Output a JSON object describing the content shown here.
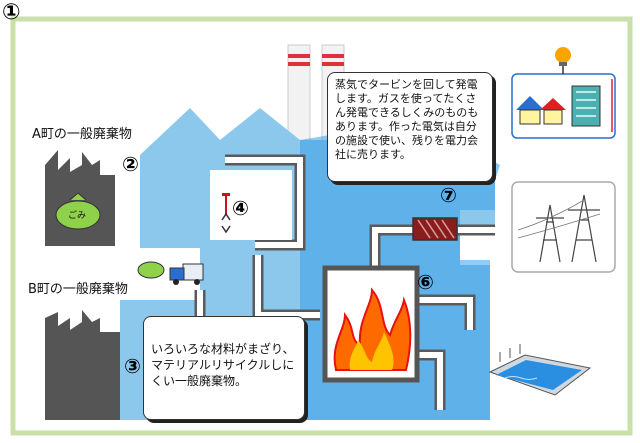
{
  "figure_number": "①",
  "labels": {
    "town_a": "A町の一般廃棄物",
    "town_b": "B町の一般廃棄物"
  },
  "badges": [
    "②",
    "③",
    "④",
    "⑥",
    "⑦"
  ],
  "bag_text": "ごみ",
  "bubbles": {
    "power": "蒸気でタービンを回して発電します。ガスを使ってたくさん発電できるしくみのものもあります。作った電気は自分の施設で使い、残りを電力会社に売ります。",
    "waste": "いろいろな材料がまざり、マテリアルリサイクルしにくい一般廃棄物。"
  },
  "colors": {
    "frame": "#c9e0a8",
    "plant_light": "#8cc8ec",
    "plant_dark": "#3aa0e8",
    "duct": "#5a5a5a",
    "fire": "#ff6a00",
    "garbage_building": "#555555",
    "bag": "#8fd14a"
  },
  "icons": [
    "chimney-icon",
    "crane-icon",
    "furnace-fire-icon",
    "turbine-icon",
    "truck-icon",
    "house-icon",
    "building-icon",
    "lightbulb-icon",
    "power-tower-icon",
    "water-pool-icon",
    "garbage-bag-icon"
  ]
}
